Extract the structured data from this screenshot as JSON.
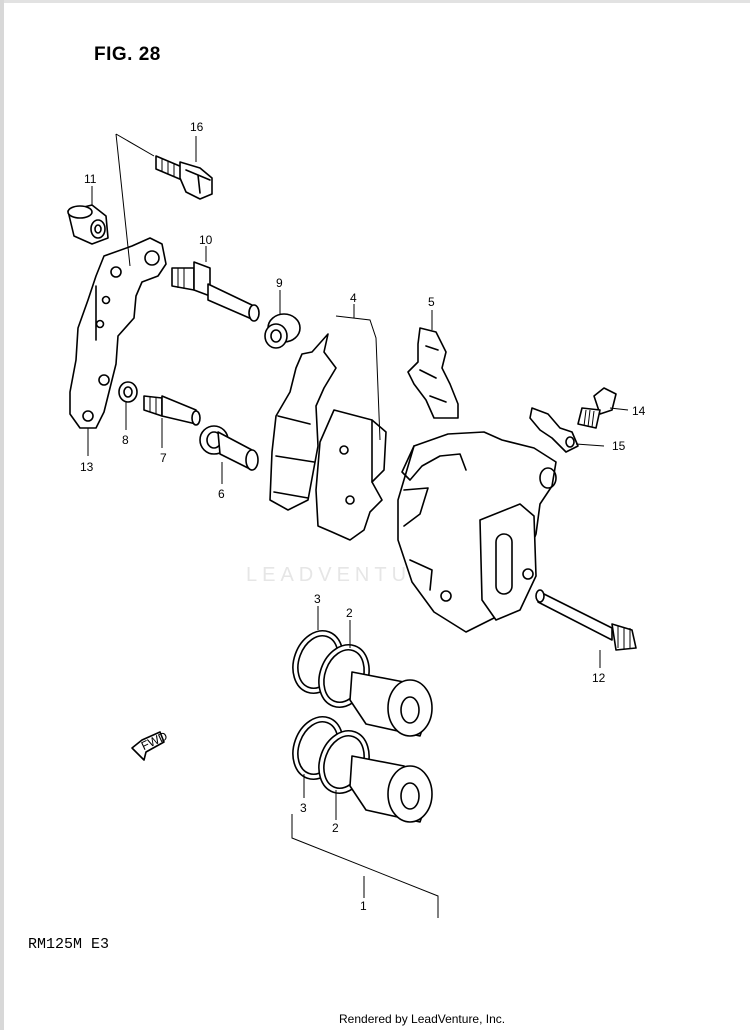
{
  "figure_title": "FIG. 28",
  "model_code": "RM125M  E3",
  "footer": "Rendered by LeadVenture, Inc.",
  "watermark": "LEADVENTURE",
  "callouts": [
    "16",
    "11",
    "10",
    "9",
    "4",
    "5",
    "14",
    "15",
    "13",
    "8",
    "7",
    "6",
    "12",
    "3",
    "2",
    "3",
    "2",
    "1"
  ],
  "fwd_label": "FWD"
}
